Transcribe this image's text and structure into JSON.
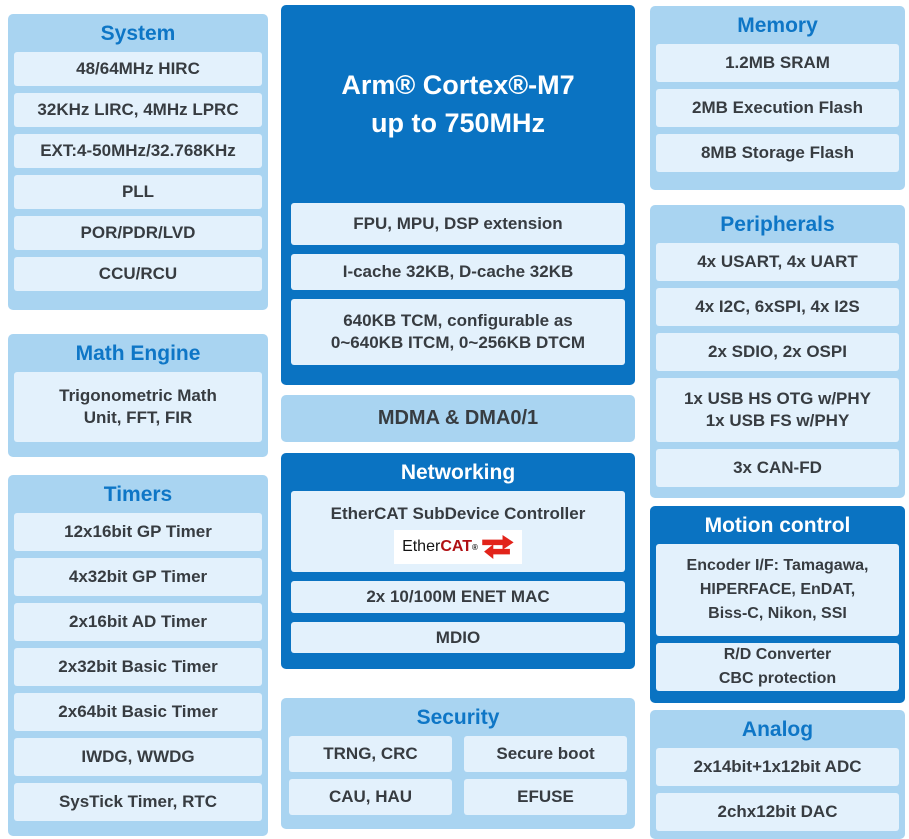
{
  "colors": {
    "accent_blue": "#0a73c2",
    "block_bg": "#a9d4f1",
    "item_bg": "#e3f1fc",
    "title_text": "#0e76c6",
    "item_text": "#373c41",
    "ethercat_red": "#e2231a",
    "logo_cat": "#b01014"
  },
  "blocks": {
    "system": {
      "title": "System",
      "items": [
        "48/64MHz HIRC",
        "32KHz LIRC, 4MHz LPRC",
        "EXT:4-50MHz/32.768KHz",
        "PLL",
        "POR/PDR/LVD",
        "CCU/RCU"
      ]
    },
    "math_engine": {
      "title": "Math Engine",
      "items": [
        "Trigonometric Math\nUnit, FFT, FIR"
      ]
    },
    "timers": {
      "title": "Timers",
      "items": [
        "12x16bit GP Timer",
        "4x32bit GP Timer",
        "2x16bit AD Timer",
        "2x32bit Basic Timer",
        "2x64bit Basic Timer",
        "IWDG, WWDG",
        "SysTick Timer, RTC"
      ]
    },
    "cortex": {
      "title": "Arm® Cortex®-M7\nup to 750MHz",
      "items": [
        "FPU, MPU, DSP extension",
        "I-cache 32KB, D-cache 32KB",
        "640KB TCM, configurable as\n0~640KB ITCM, 0~256KB DTCM"
      ]
    },
    "mdma": {
      "label": "MDMA & DMA0/1"
    },
    "networking": {
      "title": "Networking",
      "items": [
        "EtherCAT SubDevice Controller",
        "2x 10/100M ENET MAC",
        "MDIO"
      ],
      "logo": {
        "ether": "Ether",
        "cat": "CAT",
        "reg": "®"
      }
    },
    "security": {
      "title": "Security",
      "items": [
        "TRNG, CRC",
        "Secure boot",
        "CAU, HAU",
        "EFUSE"
      ]
    },
    "memory": {
      "title": "Memory",
      "items": [
        "1.2MB SRAM",
        "2MB Execution Flash",
        "8MB Storage Flash"
      ]
    },
    "peripherals": {
      "title": "Peripherals",
      "items": [
        "4x USART, 4x UART",
        "4x I2C, 6xSPI, 4x I2S",
        "2x SDIO, 2x OSPI",
        "1x USB HS OTG w/PHY\n1x USB FS w/PHY",
        "3x CAN-FD"
      ]
    },
    "motion": {
      "title": "Motion control",
      "items": [
        "Encoder I/F: Tamagawa,\nHIPERFACE, EnDAT,\nBiss-C, Nikon, SSI",
        "R/D Converter\nCBC protection"
      ]
    },
    "analog": {
      "title": "Analog",
      "items": [
        "2x14bit+1x12bit ADC",
        "2chx12bit DAC"
      ]
    }
  }
}
